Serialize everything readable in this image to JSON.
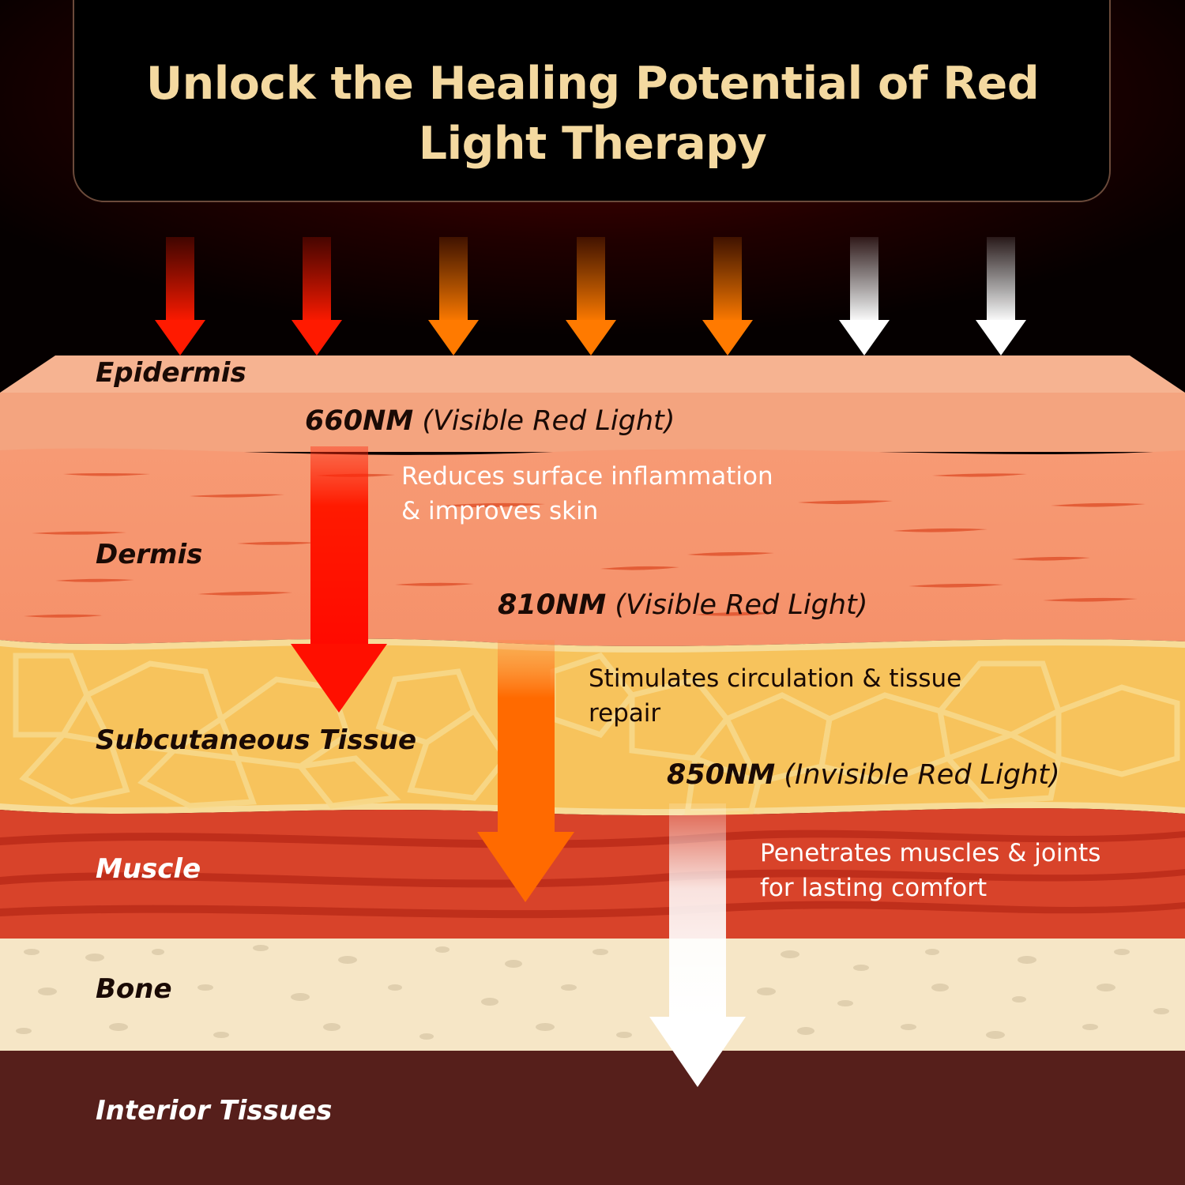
{
  "title": {
    "line1": "Unlock the Healing Potential of Red",
    "line2": "Light Therapy"
  },
  "top_arrows": [
    {
      "color": "#ff1a00"
    },
    {
      "color": "#ff1a00"
    },
    {
      "color": "#ff7a00"
    },
    {
      "color": "#ff7a00"
    },
    {
      "color": "#ff7a00"
    },
    {
      "color": "#ffffff"
    },
    {
      "color": "#ffffff"
    }
  ],
  "layers": {
    "epidermis": "Epidermis",
    "dermis": "Dermis",
    "subcutaneous": "Subcutaneous Tissue",
    "muscle": "Muscle",
    "bone": "Bone",
    "interior": "Interior Tissues"
  },
  "wavelengths": [
    {
      "nm": "660NM",
      "kind": "(Visible Red Light)",
      "desc_line1": "Reduces surface inflammation",
      "desc_line2": "& improves skin",
      "color": "#ff1a00"
    },
    {
      "nm": "810NM",
      "kind": "(Visible Red Light)",
      "desc_line1": "Stimulates circulation & tissue",
      "desc_line2": "repair",
      "color": "#ff6a00"
    },
    {
      "nm": "850NM",
      "kind": "(Invisible Red Light)",
      "desc_line1": "Penetrates muscles & joints",
      "desc_line2": "for lasting comfort",
      "color": "#ffffff"
    }
  ]
}
